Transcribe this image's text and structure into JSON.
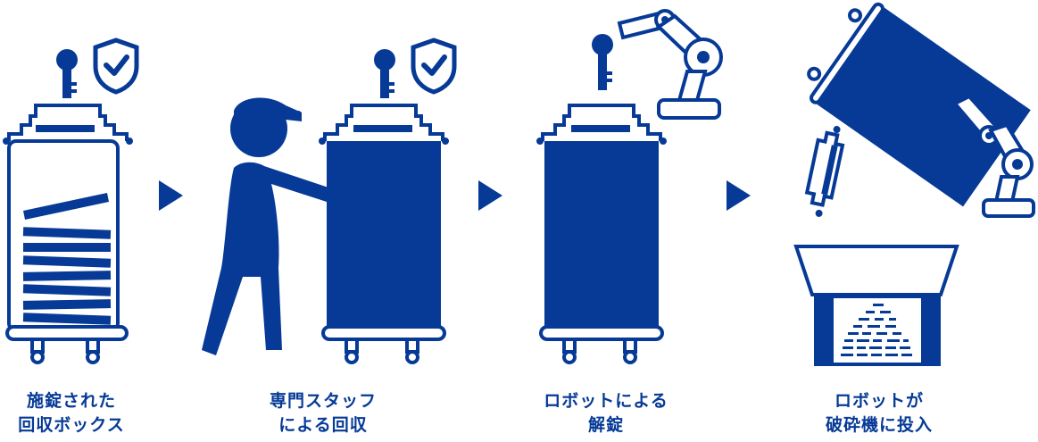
{
  "colors": {
    "primary": "#063a96",
    "background": "#ffffff"
  },
  "steps": [
    {
      "id": "step-1",
      "lines": [
        "施錠された",
        "回収ボックス"
      ]
    },
    {
      "id": "step-2",
      "lines": [
        "専門スタッフ",
        "による回収"
      ]
    },
    {
      "id": "step-3",
      "lines": [
        "ロボットによる",
        "解錠"
      ]
    },
    {
      "id": "step-4",
      "lines": [
        "ロボットが",
        "破砕機に投入"
      ]
    }
  ],
  "icons": [
    "key-icon",
    "shield-check-icon",
    "staff-person-icon",
    "robot-arm-icon",
    "shredder-icon",
    "arrow-right-icon"
  ]
}
